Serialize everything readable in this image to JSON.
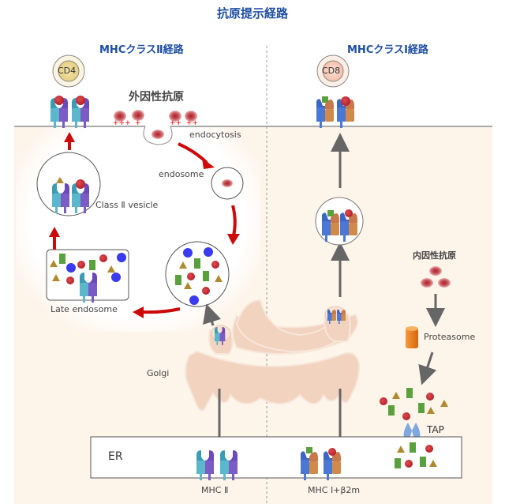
{
  "title": "抗原提示経路",
  "sections": {
    "class2": {
      "title": "MHCクラスⅡ経路",
      "tcell": "CD4"
    },
    "class1": {
      "title": "MHCクラスⅠ経路",
      "tcell": "CD8"
    }
  },
  "labels": {
    "exogenous_antigen": "外因性抗原",
    "endocytosis": "endocytosis",
    "endosome": "endosome",
    "class2_vesicle": "Class Ⅱ vesicle",
    "late_endosome": "Late endosome",
    "golgi": "Golgi",
    "er": "ER",
    "mhc2": "MHC Ⅱ",
    "mhc1_b2m": "MHC Ⅰ+β2m",
    "endogenous_antigen": "内因性抗原",
    "proteasome": "Proteasome",
    "tap": "TAP"
  },
  "antigen_charges": [
    "+++",
    "+",
    "++",
    "++"
  ],
  "colors": {
    "title_blue": "#1f4ea3",
    "cell_bg": "#fdf4ea",
    "mhc2_alpha": "#5bb8cc",
    "mhc2_beta": "#7b5bc4",
    "mhc1_heavy": "#4a78d4",
    "mhc1_b2m": "#d08a4a",
    "antigen_red": "#c8323c",
    "peptide_green": "#5aa03c",
    "peptide_triangle": "#b08a2e",
    "blue_dot": "#3a3af0",
    "arrow_red": "#cc0a0a",
    "arrow_gray": "#666666",
    "golgi": "#f1d3bf",
    "proteasome": "#ee7a1a",
    "tap": "#7fa8e0"
  }
}
